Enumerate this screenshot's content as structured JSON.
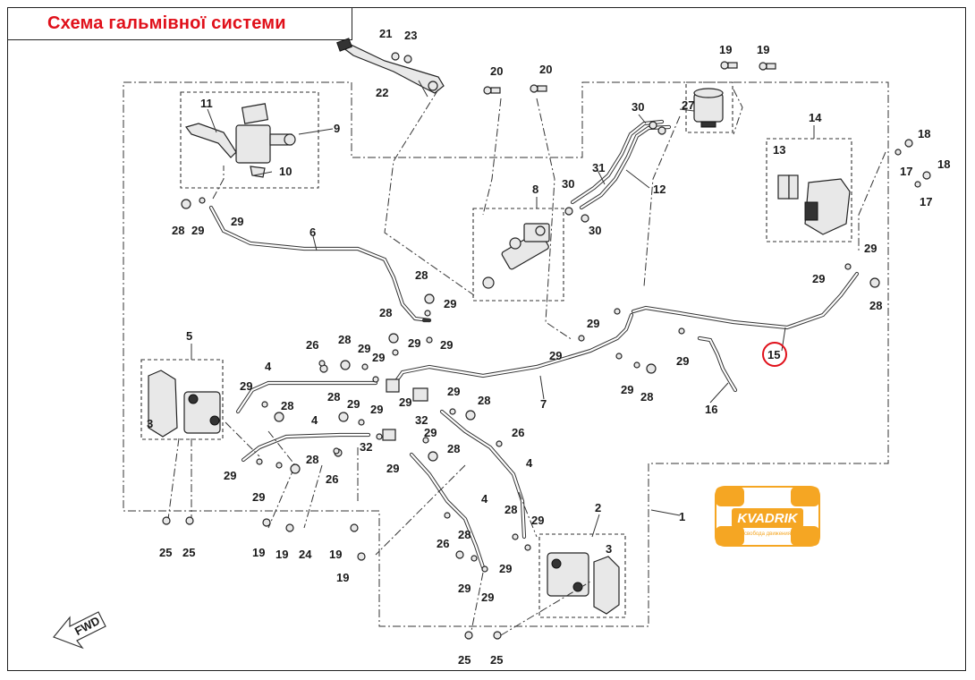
{
  "title": "Схема гальмівної системи",
  "accent_color": "#e0101a",
  "watermark": {
    "brand": "KVADRIK",
    "tagline": "свобода движения",
    "color": "#f5a623"
  },
  "fwd_label": "FWD",
  "callouts": {
    "c1": "1",
    "c2": "2",
    "c3a": "3",
    "c3b": "3",
    "c4a": "4",
    "c4b": "4",
    "c4c": "4",
    "c4d": "4",
    "c5": "5",
    "c6": "6",
    "c7": "7",
    "c8": "8",
    "c9": "9",
    "c10": "10",
    "c11": "11",
    "c12": "12",
    "c13": "13",
    "c14": "14",
    "c15": "15",
    "c16": "16",
    "c17a": "17",
    "c17b": "17",
    "c18a": "18",
    "c18b": "18",
    "c19a": "19",
    "c19b": "19",
    "c19c": "19",
    "c19d": "19",
    "c19e": "19",
    "c19f": "19",
    "c20a": "20",
    "c20b": "20",
    "c21": "21",
    "c22": "22",
    "c23": "23",
    "c24": "24",
    "c25a": "25",
    "c25b": "25",
    "c25c": "25",
    "c25d": "25",
    "c26a": "26",
    "c26b": "26",
    "c26c": "26",
    "c26d": "26",
    "c27": "27",
    "c28a": "28",
    "c28b": "28",
    "c28c": "28",
    "c28d": "28",
    "c28e": "28",
    "c28f": "28",
    "c28g": "28",
    "c28h": "28",
    "c28i": "28",
    "c28j": "28",
    "c28k": "28",
    "c28l": "28",
    "c29a": "29",
    "c29b": "29",
    "c29c": "29",
    "c29d": "29",
    "c29e": "29",
    "c29f": "29",
    "c29g": "29",
    "c29h": "29",
    "c29i": "29",
    "c29j": "29",
    "c29k": "29",
    "c29l": "29",
    "c29m": "29",
    "c29n": "29",
    "c29o": "29",
    "c29p": "29",
    "c29q": "29",
    "c29r": "29",
    "c29s": "29",
    "c29t": "29",
    "c29u": "29",
    "c29v": "29",
    "c30a": "30",
    "c30b": "30",
    "c30c": "30",
    "c31": "31",
    "c32a": "32",
    "c32b": "32"
  }
}
